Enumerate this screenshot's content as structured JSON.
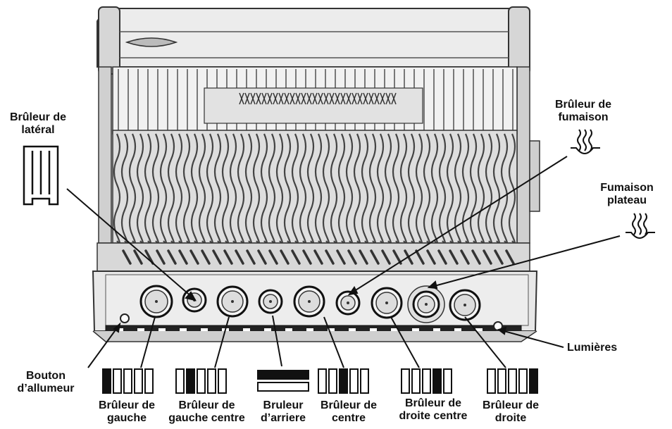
{
  "labels": {
    "side_burner": {
      "line1": "Brûleur de",
      "line2": "latéral"
    },
    "smoker_burner": {
      "line1": "Brûleur de",
      "line2": "fumaison"
    },
    "smoker_tray": {
      "line1": "Fumaison",
      "line2": "plateau"
    },
    "lights": {
      "line1": "Lumières"
    },
    "igniter_button": {
      "line1": "Bouton",
      "line2": "d’allumeur"
    },
    "left_burner": {
      "line1": "Brûleur de",
      "line2": "gauche"
    },
    "left_center_burner": {
      "line1": "Brûleur de",
      "line2": "gauche centre"
    },
    "rear_burner": {
      "line1": "Bruleur",
      "line2": "d’arriere"
    },
    "center_burner": {
      "line1": "Brûleur de",
      "line2": "centre"
    },
    "right_center_burner": {
      "line1": "Brûleur de",
      "line2": "droite centre"
    },
    "right_burner": {
      "line1": "Brûleur de",
      "line2": "droite"
    }
  },
  "colors": {
    "ink": "#111111",
    "metal_light": "#e4e4e4",
    "metal_mid": "#c8c8c8",
    "metal_dark": "#8a8a8a"
  },
  "icons": {
    "side_burner": "side-burner-grate-icon",
    "smoker": "smoke-wave-icon",
    "burner_position": "burner-position-indicator-icon",
    "rear_burner": "rear-burner-indicator-icon"
  }
}
